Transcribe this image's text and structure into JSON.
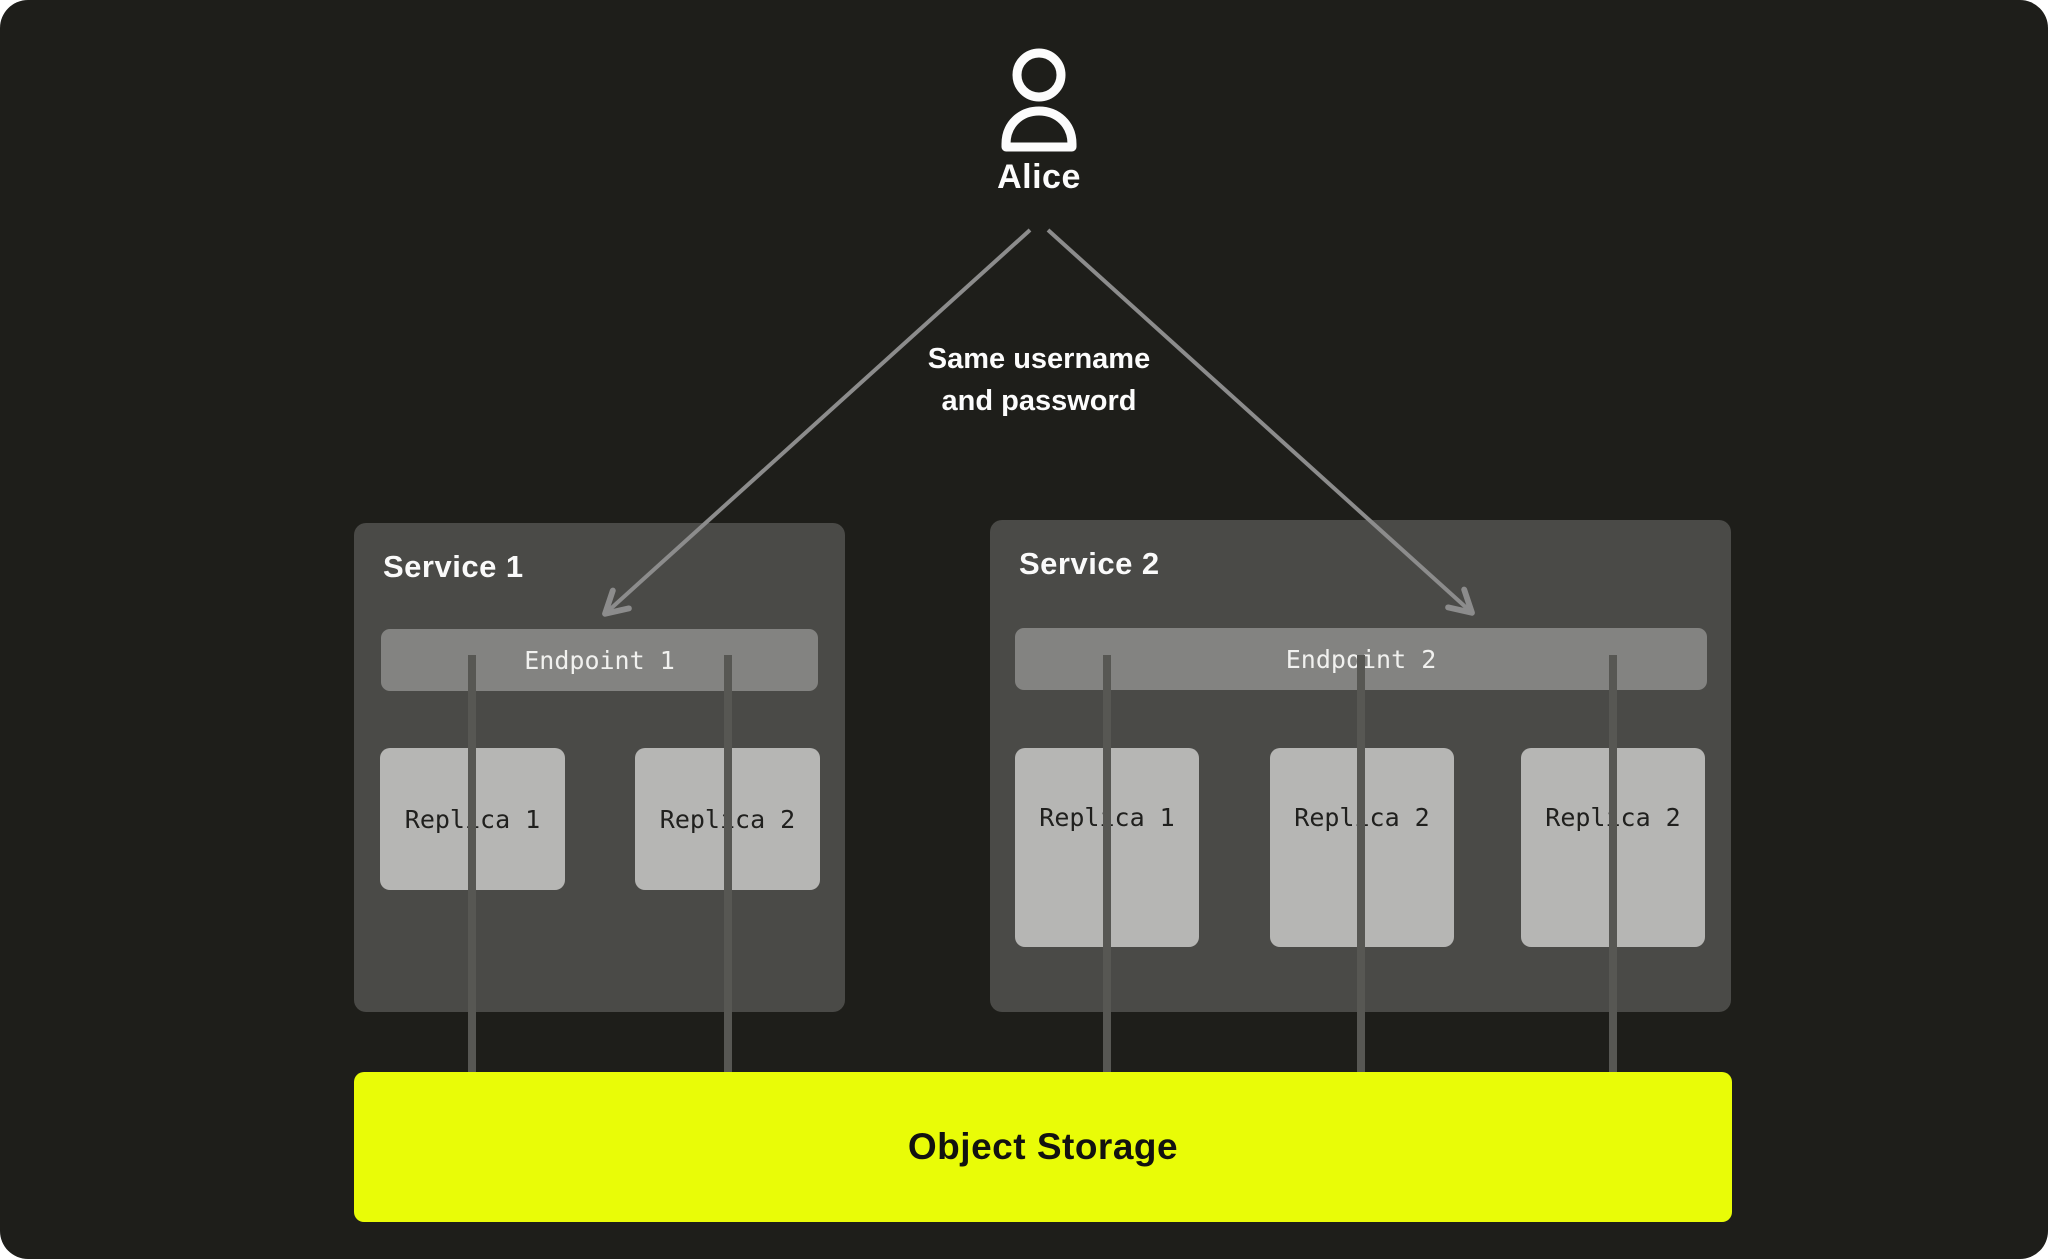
{
  "user": {
    "name": "Alice",
    "icon": "person-icon"
  },
  "annotation": {
    "line1": "Same username",
    "line2": "and password"
  },
  "services": [
    {
      "title": "Service 1",
      "endpoint": "Endpoint 1",
      "replicas": [
        "Replica 1",
        "Replica 2"
      ]
    },
    {
      "title": "Service 2",
      "endpoint": "Endpoint 2",
      "replicas": [
        "Replica 1",
        "Replica 2",
        "Replica 2"
      ]
    }
  ],
  "storage": {
    "label": "Object Storage"
  },
  "colors": {
    "background": "#1e1e1a",
    "service_box": "#4a4a47",
    "endpoint_bar": "#838381",
    "replica_box": "#b6b6b4",
    "storage": "#e9fc07",
    "text_light": "#fcfcfc",
    "text_dark": "#20201e",
    "arrow": "#8c8c8c",
    "connector": "#575753"
  }
}
